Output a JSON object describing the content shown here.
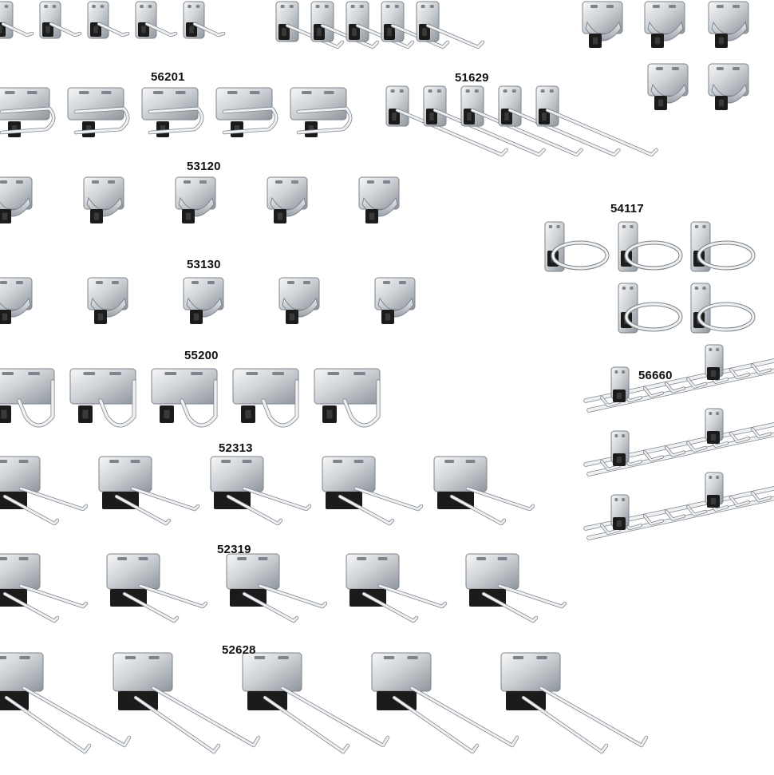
{
  "colors": {
    "background": "#ffffff",
    "metal_light": "#eef0f2",
    "metal_mid": "#c3c8cd",
    "metal_dark": "#7d848b",
    "insert_black": "#1b1b1b",
    "label_text": "#111111"
  },
  "groups": [
    {
      "id": "top-left-hooks",
      "label": "",
      "kind": "short-hook",
      "count": 5
    },
    {
      "id": "top-mid-hooks",
      "label": "",
      "kind": "long-hook",
      "count": 5
    },
    {
      "id": "top-right-clips",
      "label": "",
      "kind": "spring-clip",
      "count": 5
    },
    {
      "id": "g56201",
      "label": "56201",
      "kind": "loop-holder",
      "count": 5
    },
    {
      "id": "g51629",
      "label": "51629",
      "kind": "long-hook",
      "count": 5
    },
    {
      "id": "g53120",
      "label": "53120",
      "kind": "spring-clip",
      "count": 5
    },
    {
      "id": "g54117",
      "label": "54117",
      "kind": "ring-holder",
      "count": 5
    },
    {
      "id": "g53130",
      "label": "53130",
      "kind": "spring-clip",
      "count": 5
    },
    {
      "id": "g55200",
      "label": "55200",
      "kind": "j-hook",
      "count": 5
    },
    {
      "id": "g56660",
      "label": "56660",
      "kind": "multi-rack",
      "count": 3
    },
    {
      "id": "g52313",
      "label": "52313",
      "kind": "double-hook",
      "count": 5
    },
    {
      "id": "g52319",
      "label": "52319",
      "kind": "double-hook",
      "count": 5
    },
    {
      "id": "g52628",
      "label": "52628",
      "kind": "double-hook-long",
      "count": 5
    }
  ]
}
